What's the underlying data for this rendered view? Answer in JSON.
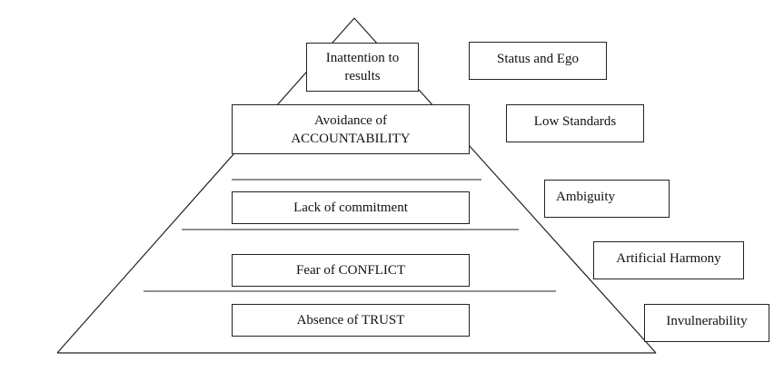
{
  "pyramid_levels": [
    {
      "label": "Inattention to\nresults"
    },
    {
      "label": "Avoidance of\nACCOUNTABILITY"
    },
    {
      "label": "Lack of commitment"
    },
    {
      "label": "Fear of CONFLICT"
    },
    {
      "label": "Absence of TRUST"
    }
  ],
  "side_labels": [
    {
      "label": "Status and Ego"
    },
    {
      "label": "Low Standards"
    },
    {
      "label": "Ambiguity"
    },
    {
      "label": "Artificial Harmony"
    },
    {
      "label": "Invulnerability"
    }
  ]
}
